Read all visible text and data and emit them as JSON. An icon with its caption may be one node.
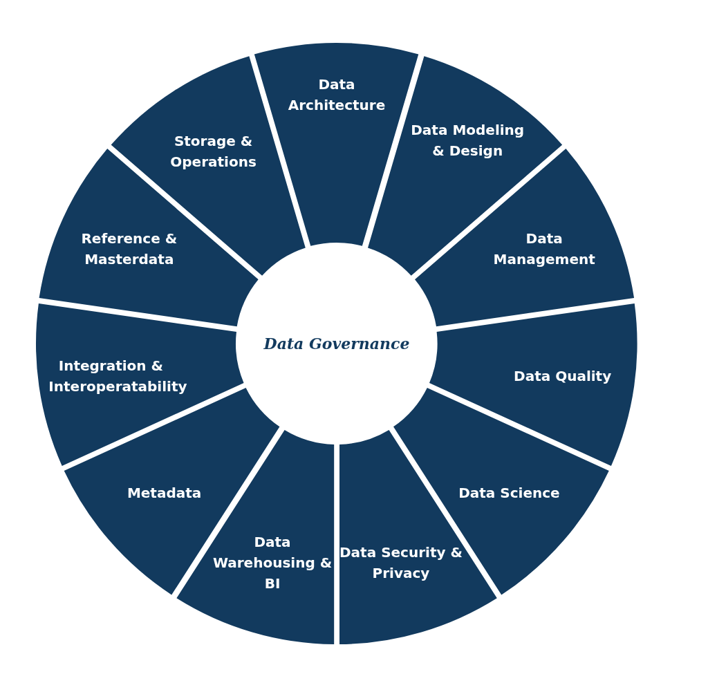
{
  "diagram": {
    "nodes": [
      {
        "text": [
          "Data Governance"
        ]
      },
      {
        "text": [
          "Data Architecture"
        ]
      },
      {
        "text": [
          "Data Modeling & Design"
        ]
      },
      {
        "text": [
          "Data Management"
        ]
      },
      {
        "text": [
          "Data Quality"
        ]
      },
      {
        "text": [
          "Data Science"
        ]
      },
      {
        "text": [
          "Data Security & Privacy"
        ]
      },
      {
        "text": [
          "Data Warehousing & BI"
        ]
      },
      {
        "text": [
          "Metadata"
        ]
      },
      {
        "text": [
          "Integration & Interoperatability"
        ]
      },
      {
        "text": [
          "Reference & Masterdata"
        ]
      },
      {
        "text": [
          "Storage & Operations"
        ]
      }
    ],
    "edges": []
  }
}
